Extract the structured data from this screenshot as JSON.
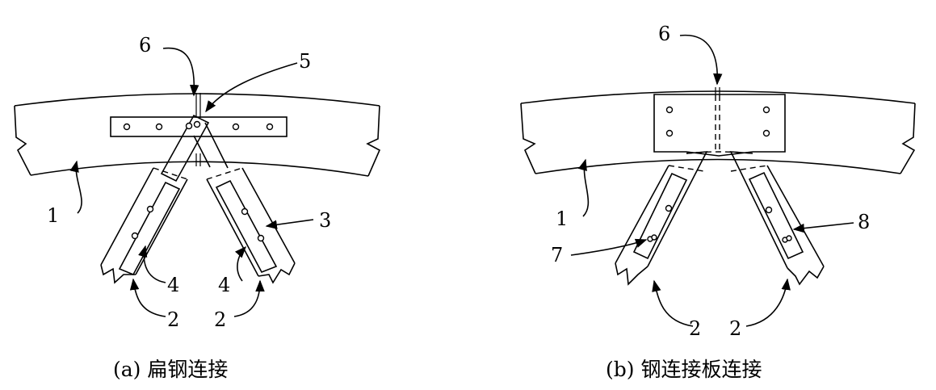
{
  "panel_a": {
    "caption": "(a) 扁钢连接",
    "labels": [
      "1",
      "2",
      "2",
      "3",
      "4",
      "4",
      "5",
      "6"
    ]
  },
  "panel_b": {
    "caption": "(b) 钢连接板连接",
    "labels": [
      "1",
      "2",
      "2",
      "6",
      "7",
      "8"
    ]
  }
}
